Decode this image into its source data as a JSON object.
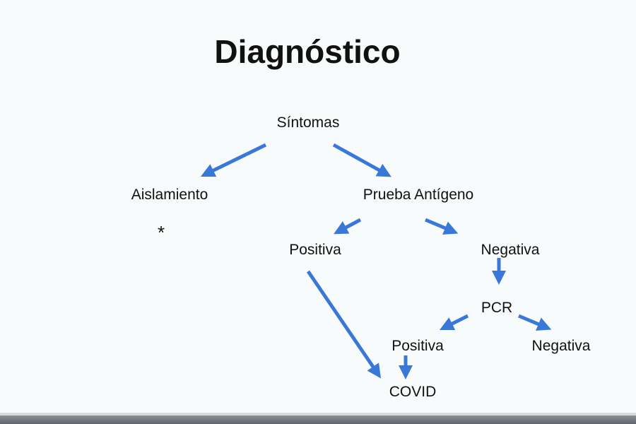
{
  "title": "Diagnóstico",
  "nodes": {
    "sintomas": "Síntomas",
    "aislamiento": "Aislamiento",
    "asterisk": "*",
    "prueba": "Prueba Antígeno",
    "positiva1": "Positiva",
    "negativa1": "Negativa",
    "pcr": "PCR",
    "positiva2": "Positiva",
    "negativa2": "Negativa",
    "covid": "COVID"
  },
  "colors": {
    "arrow": "#3a78d8",
    "text": "#111111"
  }
}
